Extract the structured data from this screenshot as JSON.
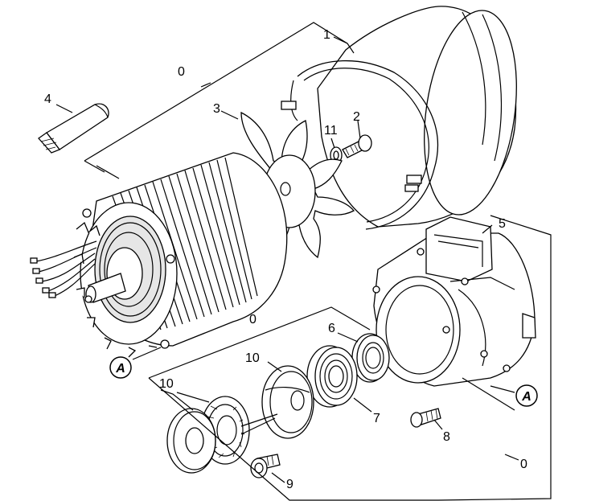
{
  "colors": {
    "line": "#000000",
    "part_fill": "#ffffff",
    "shade": "#e6e6e6",
    "dark": "#bdbdbd"
  },
  "callouts": {
    "c0_top": "0",
    "c1": "1",
    "c2": "2",
    "c3": "3",
    "c4": "4",
    "c5": "5",
    "c6": "6",
    "c7": "7",
    "c8": "8",
    "c9": "9",
    "c10_left": "10",
    "c10_mid": "10",
    "c11": "11",
    "c0_mid": "0",
    "c0_bottom": "0"
  },
  "reference_marks": {
    "a_left": "A",
    "a_right": "A"
  }
}
